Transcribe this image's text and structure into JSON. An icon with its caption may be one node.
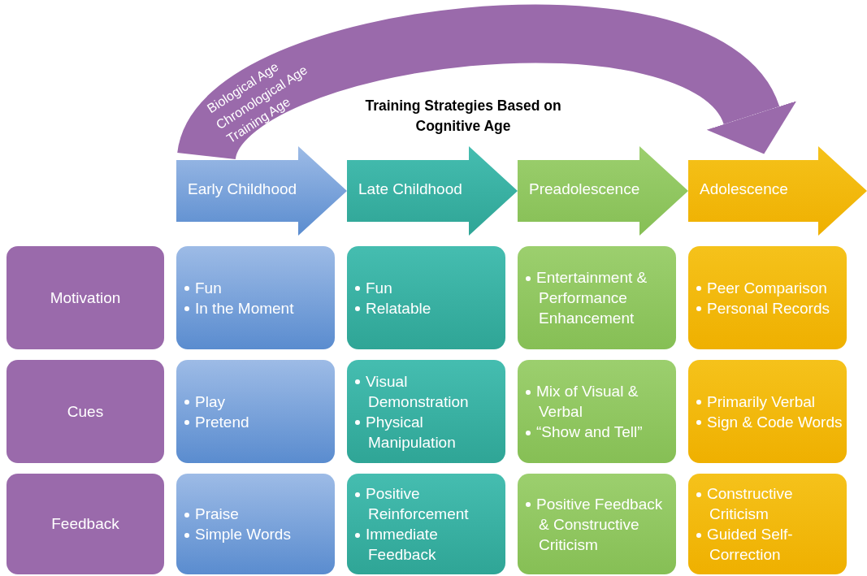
{
  "diagram": {
    "title": "Training Strategies Based on Cognitive Age",
    "nodes": [
      {
        "text": [
          "Early Childhood"
        ]
      },
      {
        "text": [
          "Late Childhood"
        ]
      },
      {
        "text": [
          "Preadolescence"
        ]
      },
      {
        "text": [
          "Adolescence"
        ]
      },
      {
        "text": [
          "Motivation"
        ]
      },
      {
        "text": [
          "Fun",
          "In the Moment"
        ]
      },
      {
        "text": [
          "Fun",
          "Relatable"
        ]
      },
      {
        "text": [
          "Entertainment & Performance Enhancement"
        ]
      },
      {
        "text": [
          "Peer Comparison",
          "Personal Records"
        ]
      },
      {
        "text": [
          "Cues"
        ]
      },
      {
        "text": [
          "Play",
          "Pretend"
        ]
      },
      {
        "text": [
          "Visual Demonstration",
          "Physical Manipulation"
        ]
      },
      {
        "text": [
          "Mix of Visual & Verbal",
          "“Show and Tell”"
        ]
      },
      {
        "text": [
          "Primarily Verbal",
          "Sign & Code Words"
        ]
      },
      {
        "text": [
          "Feedback"
        ]
      },
      {
        "text": [
          "Praise",
          "Simple Words"
        ]
      },
      {
        "text": [
          "Positive Reinforcement",
          "Immediate Feedback"
        ]
      },
      {
        "text": [
          "Positive Feedback & Constructive Criticism"
        ]
      },
      {
        "text": [
          "Constructive Criticism",
          "Guided Self-Correction"
        ]
      }
    ],
    "edges": [
      {
        "from": 0,
        "to": 3,
        "arrow": "to"
      }
    ],
    "labels": [
      "Biological Age",
      "Chronological Age",
      "Training Age"
    ]
  }
}
